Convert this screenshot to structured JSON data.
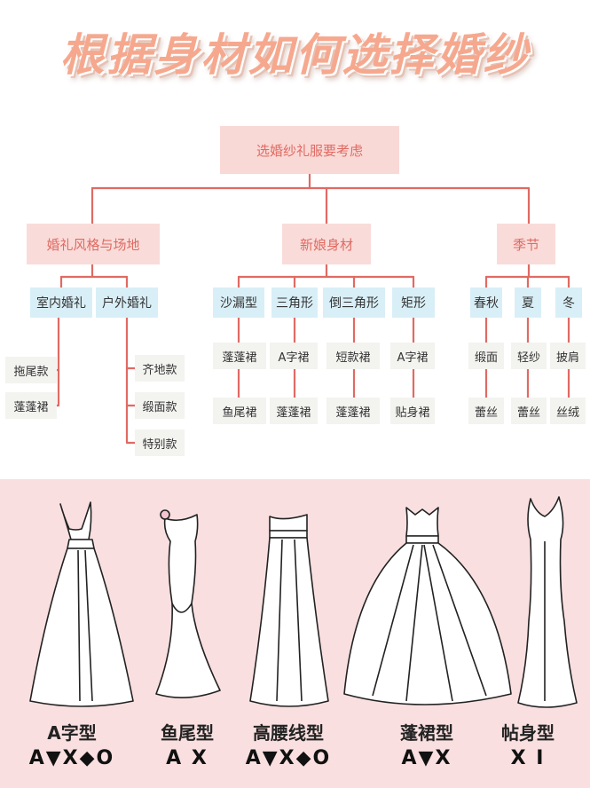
{
  "title": "根据身材如何选择婚纱",
  "colors": {
    "line": "#e06a63",
    "accent_text": "#e06a63",
    "box_pink": "#f9dcd9",
    "box_blue": "#d9eff7",
    "box_gray": "#f3f3f0",
    "bottom_bg": "#f9dfe0",
    "title": "#f6a88e"
  },
  "tree": {
    "root": "选婚纱礼服要考虑",
    "branches": [
      {
        "label": "婚礼风格与场地",
        "children": [
          {
            "label": "室内婚礼",
            "items": [
              "拖尾款",
              "蓬蓬裙"
            ]
          },
          {
            "label": "户外婚礼",
            "items": [
              "齐地款",
              "缎面款",
              "特别款"
            ]
          }
        ]
      },
      {
        "label": "新娘身材",
        "children": [
          {
            "label": "沙漏型",
            "items": [
              "蓬蓬裙",
              "鱼尾裙"
            ]
          },
          {
            "label": "三角形",
            "items": [
              "A字裙",
              "蓬蓬裙"
            ]
          },
          {
            "label": "倒三角形",
            "items": [
              "短款裙",
              "蓬蓬裙"
            ]
          },
          {
            "label": "矩形",
            "items": [
              "A字裙",
              "贴身裙"
            ]
          }
        ]
      },
      {
        "label": "季节",
        "children": [
          {
            "label": "春秋",
            "items": [
              "缎面",
              "蕾丝"
            ]
          },
          {
            "label": "夏",
            "items": [
              "轻纱",
              "蕾丝"
            ]
          },
          {
            "label": "冬",
            "items": [
              "披肩",
              "丝绒"
            ]
          }
        ]
      }
    ]
  },
  "dresses": [
    {
      "name": "A字型",
      "symbols": "A▼X◆O",
      "icon": "a-line-dress-icon"
    },
    {
      "name": "鱼尾型",
      "symbols": "A X",
      "icon": "mermaid-dress-icon"
    },
    {
      "name": "高腰线型",
      "symbols": "A▼X◆O",
      "icon": "empire-dress-icon"
    },
    {
      "name": "蓬裙型",
      "symbols": "A▼X",
      "icon": "ball-gown-icon"
    },
    {
      "name": "帖身型",
      "symbols": "X I",
      "icon": "sheath-dress-icon"
    }
  ]
}
